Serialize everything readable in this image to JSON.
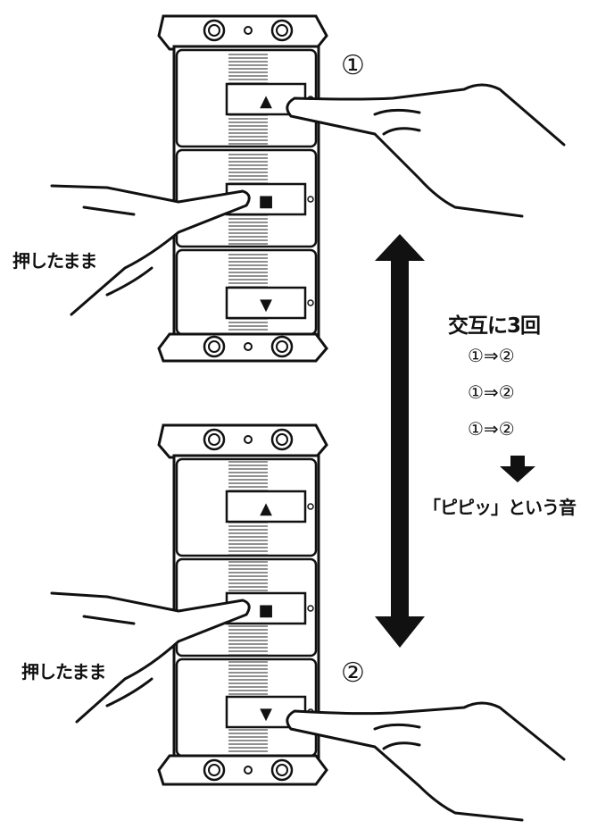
{
  "labels": {
    "step1_marker": "①",
    "step2_marker": "②",
    "hold_top": "押したまま",
    "hold_bottom": "押したまま",
    "alternate_title": "交互に3回",
    "sequence": [
      "①⇒②",
      "①⇒②",
      "①⇒②"
    ],
    "result": "「ピピッ」という音"
  },
  "buttons": {
    "up_symbol": "▲",
    "stop_symbol": "■",
    "down_symbol": "▼"
  },
  "icons": {
    "switch_panels": "switch-panel",
    "arrow": "double-headed-arrow",
    "down_arrow": "thick-down-arrow",
    "hand": "pointing-hand"
  }
}
